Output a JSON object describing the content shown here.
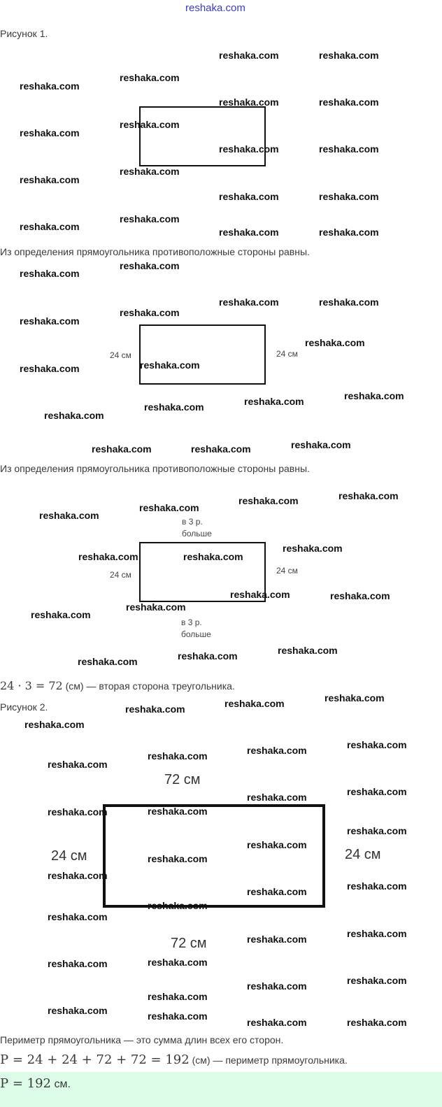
{
  "header": {
    "site_link": "reshaka.com"
  },
  "watermark": "reshaka.com",
  "section1": {
    "caption": "Рисунок 1."
  },
  "section2": {
    "text": "Из определения прямоугольника противоположные стороны равны.",
    "left_label": "24 см",
    "right_label": "24 см"
  },
  "section3": {
    "text": "Из определения прямоугольника противоположные стороны равны.",
    "top_label_1": "в 3 р.",
    "top_label_2": "больше",
    "left_label": "24 см",
    "right_label": "24 см",
    "bottom_label_1": "в 3 р.",
    "bottom_label_2": "больше"
  },
  "calc": {
    "formula": "24 · 3 = 72",
    "text": " (см) — вторая сторона треугольника."
  },
  "figure2": {
    "caption": "Рисунок 2.",
    "top_label": "72 см",
    "left_label": "24 см",
    "right_label": "24 см",
    "bottom_label": "72 см"
  },
  "perimeter": {
    "definition": "Периметр прямоугольника — это сумма длин всех его сторон.",
    "formula": "P = 24 + 24 + 72 + 72 = 192",
    "text": " (см) — периметр прямоугольника."
  },
  "answer": {
    "formula": "P = 192",
    "unit": " см."
  }
}
